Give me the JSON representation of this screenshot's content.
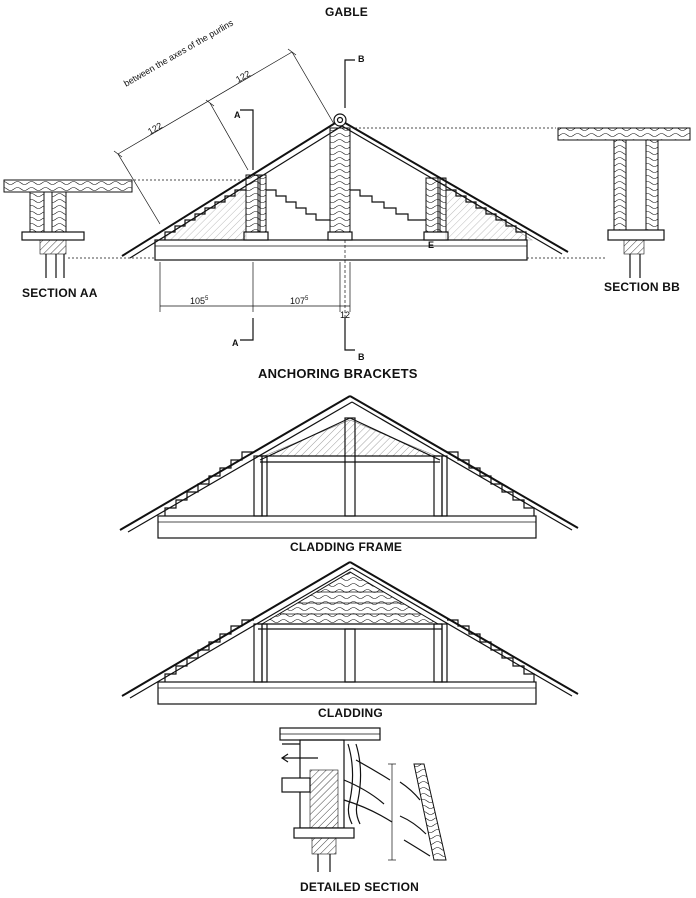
{
  "titles": {
    "gable": "GABLE",
    "anchoring_brackets": "ANCHORING BRACKETS",
    "cladding_frame": "CLADDING FRAME",
    "cladding": "CLADDING",
    "detailed_section": "DETAILED SECTION",
    "section_aa": "SECTION AA",
    "section_bb": "SECTION BB"
  },
  "dimensions": {
    "purlin_note": "between the axes of the purlins",
    "purlin_left": "122",
    "purlin_right": "122",
    "base_left": "105",
    "base_left_sup": "5",
    "base_right": "107",
    "base_right_sup": "5",
    "post_width": "12"
  },
  "section_marks": {
    "a_top": "A",
    "a_bottom": "A",
    "b_top": "B",
    "b_bottom": "B",
    "e_mark": "E"
  }
}
